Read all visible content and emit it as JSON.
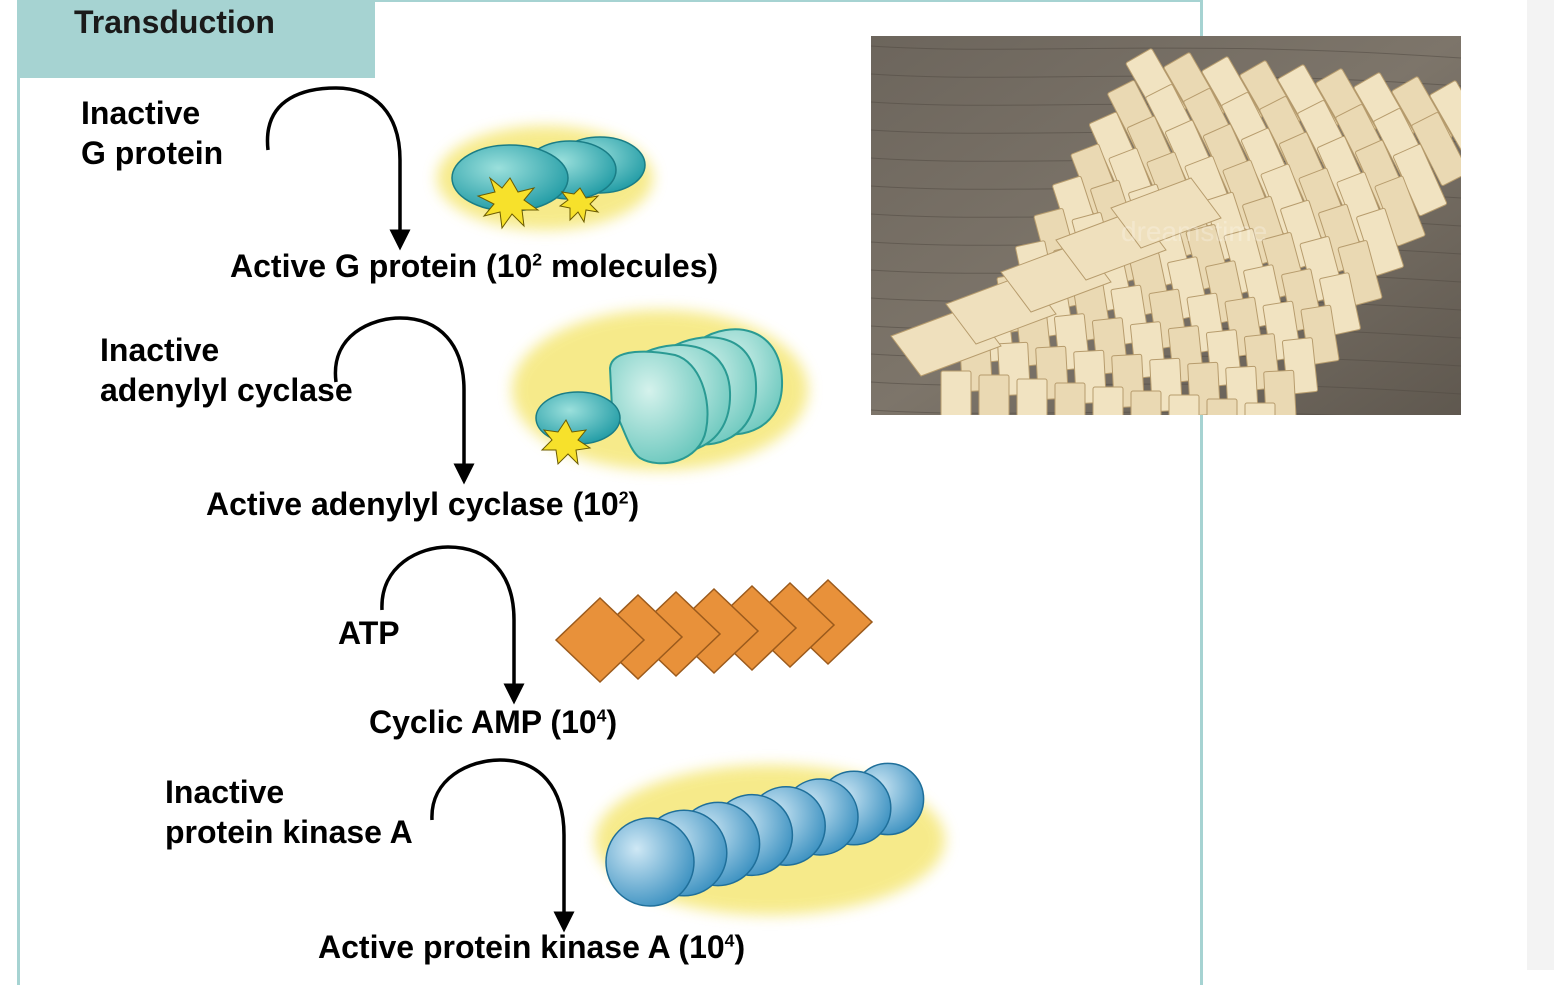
{
  "header": {
    "title": "Transduction"
  },
  "steps": [
    {
      "input": {
        "line1": "Inactive",
        "line2": "G protein"
      },
      "output": {
        "text": "Active G protein (10",
        "exp": "2",
        "after": " molecules)"
      },
      "molecule_icon": "g-protein-trio-icon"
    },
    {
      "input": {
        "line1": "Inactive",
        "line2": "adenylyl cyclase"
      },
      "output": {
        "text": "Active adenylyl cyclase (10",
        "exp": "2",
        "after": ")"
      },
      "molecule_icon": "adenylyl-cyclase-complex-icon"
    },
    {
      "input": {
        "line1": "ATP",
        "line2": ""
      },
      "output": {
        "text": "Cyclic AMP (10",
        "exp": "4",
        "after": ")"
      },
      "molecule_icon": "cyclic-amp-diamonds-icon"
    },
    {
      "input": {
        "line1": "Inactive",
        "line2": "protein kinase A"
      },
      "output": {
        "text": "Active protein kinase A (10",
        "exp": "4",
        "after": ")"
      },
      "molecule_icon": "protein-kinase-spheres-icon"
    }
  ],
  "photo": {
    "subject": "falling-dominoes-photo",
    "watermark": "dreamstime"
  },
  "colors": {
    "header_bg": "#a6d3d2",
    "g_protein": "#3ab0b0",
    "cyclase": "#8fd6cc",
    "camp": "#e8913a",
    "kinase": "#6fb4d8",
    "glow": "#f3e25a"
  }
}
